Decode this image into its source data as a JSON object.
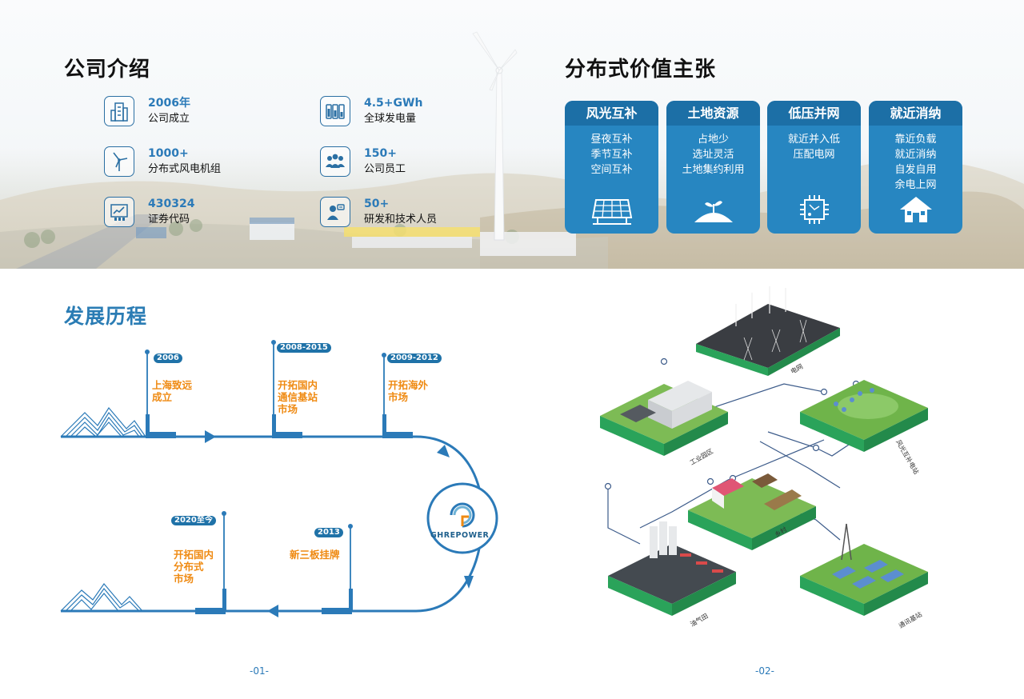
{
  "company": {
    "title": "公司介绍",
    "stats": [
      {
        "num": "2006年",
        "label": "公司成立",
        "icon": "building-icon"
      },
      {
        "num": "1000+",
        "label": "分布式风电机组",
        "icon": "wind-turbine-icon"
      },
      {
        "num": "430324",
        "label": "证券代码",
        "icon": "stock-chart-icon"
      },
      {
        "num": "4.5+GWh",
        "label": "全球发电量",
        "icon": "battery-icon"
      },
      {
        "num": "150+",
        "label": "公司员工",
        "icon": "staff-icon"
      },
      {
        "num": "50+",
        "label": "研发和技术人员",
        "icon": "researcher-icon"
      }
    ]
  },
  "value": {
    "title": "分布式价值主张",
    "cards": [
      {
        "head": "风光互补",
        "lines": [
          "昼夜互补",
          "季节互补",
          "空间互补"
        ],
        "icon": "solar-panel-icon"
      },
      {
        "head": "土地资源",
        "lines": [
          "占地少",
          "选址灵活",
          "土地集约利用"
        ],
        "icon": "plant-land-icon"
      },
      {
        "head": "低压并网",
        "lines": [
          "就近并入低",
          "压配电网"
        ],
        "icon": "circuit-chip-icon"
      },
      {
        "head": "就近消纳",
        "lines": [
          "靠近负载",
          "就近消纳",
          "自发自用",
          "余电上网"
        ],
        "icon": "house-icon"
      }
    ]
  },
  "history": {
    "title": "发展历程",
    "milestones": [
      {
        "tag": "2006",
        "text": "上海致远\n成立"
      },
      {
        "tag": "2008-2015",
        "text": "开拓国内\n通信基站\n市场"
      },
      {
        "tag": "2009-2012",
        "text": "开拓海外\n市场"
      },
      {
        "tag": "2013",
        "text": "新三板挂牌"
      },
      {
        "tag": "2020至今",
        "text": "开拓国内\n分布式\n市场"
      }
    ],
    "logo": "GHREPOWER"
  },
  "network": {
    "nodes": [
      "电网",
      "工业园区",
      "风光互补电站",
      "乡村",
      "油气田",
      "通讯基站"
    ]
  },
  "pages": {
    "left": "-01-",
    "right": "-02-"
  },
  "colors": {
    "primary": "#2786c1",
    "dark": "#1c6fa6",
    "accent": "#ef8a12",
    "line": "#2b7ab8"
  }
}
